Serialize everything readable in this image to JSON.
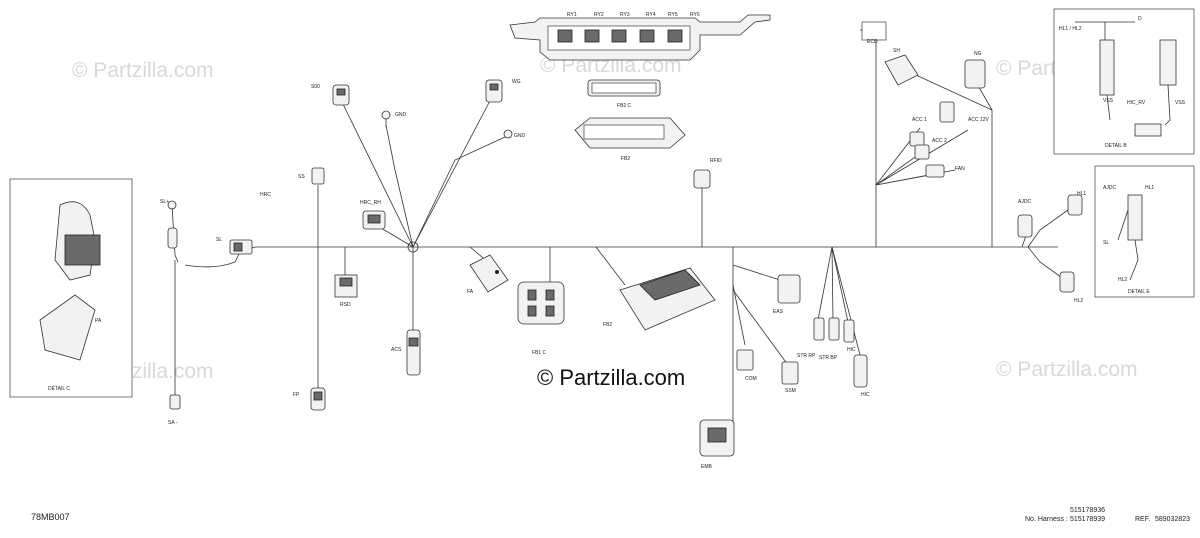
{
  "watermarks": [
    "© Partzilla.com",
    "© Partzilla.com",
    "© Partzilla.com",
    "© Partzilla.com",
    "© Partzilla.com",
    "© Partzilla.com"
  ],
  "watermark_main": "© Partzilla.com",
  "drawing_code": "78MB007",
  "footer": {
    "harness_label": "No. Harness :",
    "harness_1": "515178936",
    "harness_2": "515178939",
    "ref_label": "REF.",
    "ref_value": "589032823"
  },
  "fusebox_labels": [
    "RY1",
    "RY2",
    "RY3",
    "RY4",
    "RY5",
    "RY6"
  ],
  "labels": {
    "fb2c": "FB2 C",
    "fb2": "FB2",
    "fb1c": "FB1 C",
    "fb2_bottom": "FB2",
    "ecd": "ECD",
    "s00": "S00",
    "wg": "WG",
    "gnd1": "GND",
    "gnd2": "GND",
    "ss": "SS",
    "hrc_rh": "HRC_RH",
    "hrc_top": "HRC",
    "st_left": "SL+",
    "sl": "SL",
    "sa_minus": "SA -",
    "rsd": "RSD",
    "acs": "ACS",
    "fp": "FP",
    "fa": "FA",
    "rfid": "RFID",
    "sh": "SH",
    "ng": "NG",
    "acc1": "ACC 1",
    "acc2": "ACC 2",
    "acc12v": "ACC 12V",
    "fan": "FAN",
    "ajdc": "AJDC",
    "hl1": "HL1",
    "hl2": "HL2",
    "eas": "EAS",
    "com": "COM",
    "st_rp": "STR RP",
    "str_bp": "STR BP",
    "hic": "HIC",
    "hic_bottom": "HIC",
    "emb": "EMB",
    "ssm": "SSM"
  },
  "detail_c": {
    "title": "DÉTAIL C",
    "pa": "PA"
  },
  "detail_b": {
    "title": "DETAIL B",
    "hl": "HL1 / HL2",
    "d": "D",
    "vss": "VSS",
    "hic_rv": "HIC_RV",
    "vss2": "VSS"
  },
  "detail_e": {
    "title": "DETAIL E",
    "ajdc": "AJDC",
    "hl1": "HL1",
    "hl2": "HL2",
    "sl": "SL"
  }
}
